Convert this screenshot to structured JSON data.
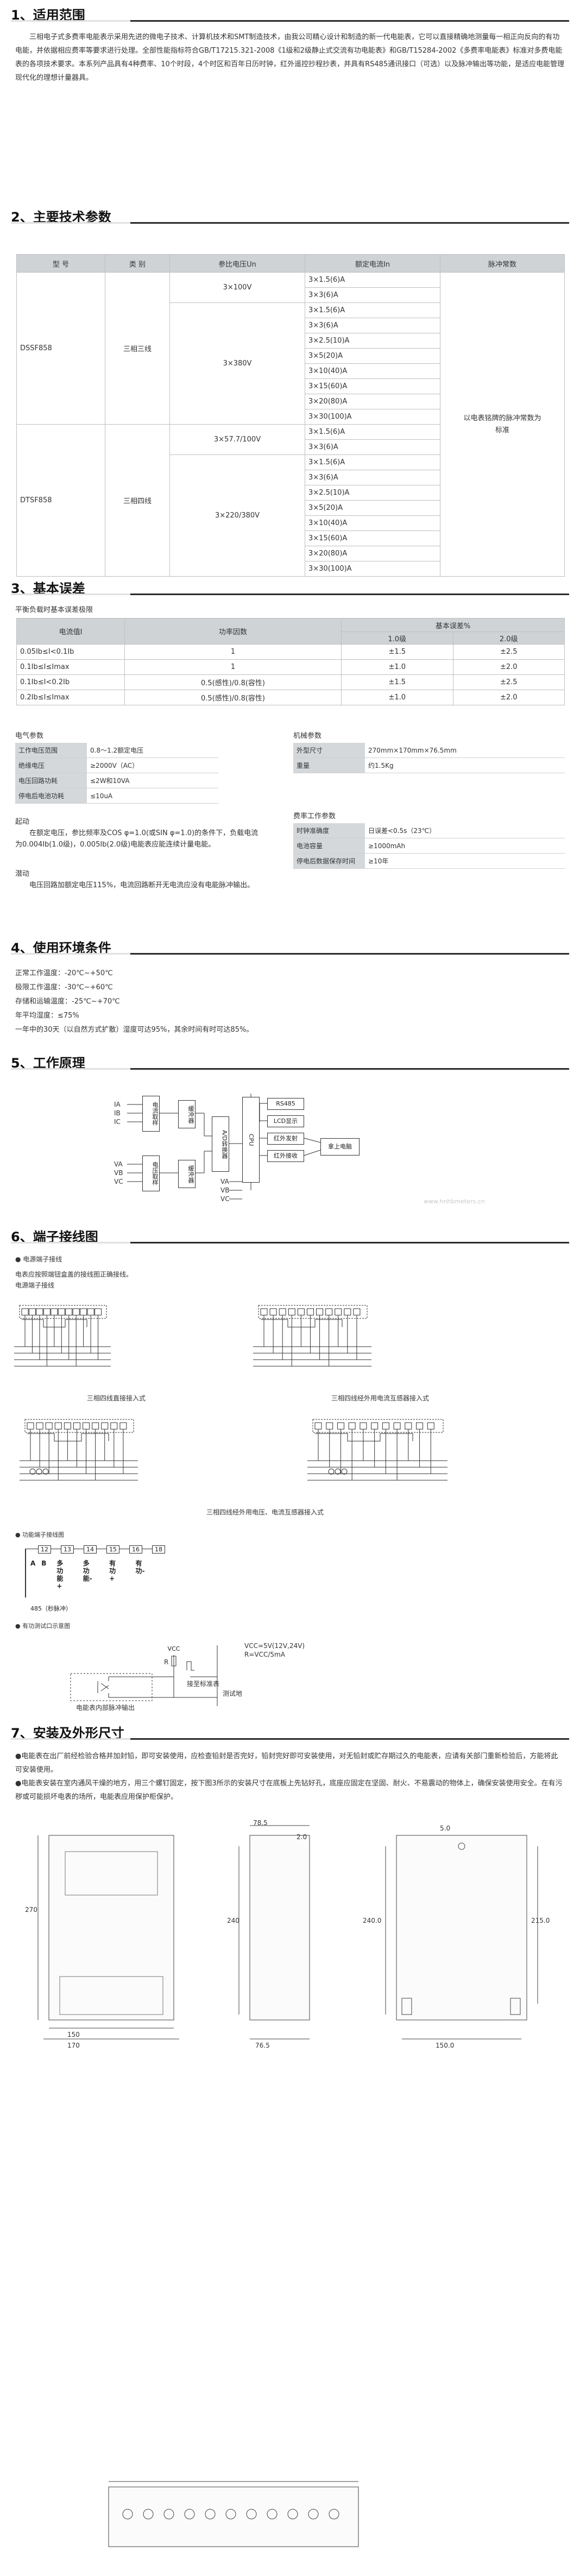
{
  "s1": {
    "title": "1、适用范围",
    "text": "三相电子式多费率电能表示采用先进的微电子技术、计算机技术和SMT制造技术，由我公司精心设计和制造的新一代电能表，它可以直接精确地测量每一相正向反向的有功电能，并依据相应费率等要求进行处理。全部性能指标符合GB/T17215.321-2008《1级和2级静止式交流有功电能表》和GB/T15284-2002《多费率电能表》标准对多费电能表的各项技术要求。本系列产品具有4种费率、10个时段，4个时区和百年日历时钟，红外遥控抄程抄表，并具有RS485通讯接口（可选）以及脉冲输出等功能，是适应电能管理现代化的理想计量器具。"
  },
  "s2": {
    "title": "2、主要技术参数",
    "headers": [
      "型 号",
      "类 别",
      "参比电压Un",
      "额定电流In",
      "脉冲常数"
    ],
    "model1": "DSSF858",
    "model2": "DTSF858",
    "cat1": "三相三线",
    "cat2": "三相四线",
    "v1": "3×100V",
    "v2": "3×380V",
    "v3": "3×57.7/100V",
    "v4": "3×220/380V",
    "pulse": "以电表铭牌的脉冲常数为标准",
    "currents": [
      "3×1.5(6)A",
      "3×3(6)A",
      "3×1.5(6)A",
      "3×3(6)A",
      "3×2.5(10)A",
      "3×5(20)A",
      "3×10(40)A",
      "3×15(60)A",
      "3×20(80)A",
      "3×30(100)A",
      "3×1.5(6)A",
      "3×3(6)A",
      "3×1.5(6)A",
      "3×3(6)A",
      "3×2.5(10)A",
      "3×5(20)A",
      "3×10(40)A",
      "3×15(60)A",
      "3×20(80)A",
      "3×30(100)A"
    ]
  },
  "s3": {
    "title": "3、基本误差",
    "subtitle": "平衡负载时基本误差极限",
    "h_current": "电流值I",
    "h_pf": "功率因数",
    "h_err": "基本误差%",
    "h_c1": "1.0级",
    "h_c2": "2.0级",
    "rows": [
      {
        "i": "0.05Ib≤I<0.1Ib",
        "pf": "1",
        "a": "±1.5",
        "b": "±2.5"
      },
      {
        "i": "0.1Ib≤I≤Imax",
        "pf": "1",
        "a": "±1.0",
        "b": "±2.0"
      },
      {
        "i": "0.1Ib≤I<0.2Ib",
        "pf": "0.5(感性)/0.8(容性)",
        "a": "±1.5",
        "b": "±2.5"
      },
      {
        "i": "0.2Ib≤I≤Imax",
        "pf": "0.5(感性)/0.8(容性)",
        "a": "±1.0",
        "b": "±2.0"
      }
    ],
    "elec_title": "电气参数",
    "elec": [
      {
        "k": "工作电压范围",
        "v": "0.8～1.2额定电压"
      },
      {
        "k": "绝缘电压",
        "v": "≥2000V（AC）"
      },
      {
        "k": "电压回路功耗",
        "v": "≤2W和10VA"
      },
      {
        "k": "停电后电池功耗",
        "v": "≤10uA"
      }
    ],
    "mech_title": "机械参数",
    "mech": [
      {
        "k": "外型尺寸",
        "v": "270mm×170mm×76.5mm"
      },
      {
        "k": "重量",
        "v": "约1.5Kg"
      }
    ],
    "rate_title": "费率工作参数",
    "rate": [
      {
        "k": "时钟准确度",
        "v": "日误差<0.5s（23℃）"
      },
      {
        "k": "电池容量",
        "v": "≥1000mAh"
      },
      {
        "k": "停电后数据保存时间",
        "v": "≥10年"
      }
    ],
    "start_title": "起动",
    "start_text": "在额定电压，参比频率及COS φ=1.0(或SIN φ=1.0)的条件下，负载电流为0.004Ib(1.0级)，0.005Ib(2.0级)电能表应能连续计量电能。",
    "creep_title": "潜动",
    "creep_text": "电压回路加额定电压115%，电流回路断开无电流应没有电能脉冲输出。"
  },
  "s4": {
    "title": "4、使用环境条件",
    "lines": [
      "正常工作温度：-20℃~+50℃",
      "极限工作温度：-30℃~+60℃",
      "存储和运输温度：-25℃~+70℃",
      "年平均湿度：≤75%",
      "一年中的30天（以自然方式扩散）湿度可达95%，其余时间有时可达85%。"
    ]
  },
  "s5": {
    "title": "5、工作原理",
    "in_i": [
      "IA",
      "IB",
      "IC"
    ],
    "in_v": [
      "VA",
      "VB",
      "VC"
    ],
    "cur_sample": "电流取样",
    "vol_sample": "电压取样",
    "buffer": "缓冲器",
    "adc": "A/D转换器",
    "cpu": "CPU",
    "outs": [
      "RS485",
      "LCD显示",
      "红外发射",
      "红外接收"
    ],
    "relay": "拿上电脑",
    "watermark": "www.hnhbmeters.cn"
  },
  "s6": {
    "title": "6、端子接线图",
    "b1": "电源端子接线",
    "b1_desc": "电表应按照端钮盒盖的接线图正确接线。",
    "b1_desc2": "电源端子接线",
    "cap1": "三相四线直接接入式",
    "cap2": "三相四线经外用电流互感器接入式",
    "cap3": "三相四线经外用电压、电流互感器接入式",
    "b2": "功能端子接线图",
    "func": [
      "A",
      "B",
      "多功能+",
      "多功能-",
      "有功+",
      "有功-"
    ],
    "func_nums": [
      "12",
      "13",
      "14",
      "15",
      "16",
      "18"
    ],
    "func_485": "485（秒脉冲）",
    "b3": "有功测试口示意图",
    "vcc": "VCC",
    "r": "R",
    "std": "接至标准表",
    "test": "测试地",
    "spec1": "VCC=5V(12V,24V)",
    "spec2": "R=VCC/5mA",
    "inner": "电能表内部脉冲输出"
  },
  "s7": {
    "title": "7、安装及外形尺寸",
    "lines": [
      "●电能表在出厂前经检验合格并加封铅，即可安装使用，应检查铅封是否完好，铅封完好即可安装使用，对无铅封或贮存期过久的电能表，应请有关部门重新检验后，方能将此可安装使用。",
      "●电能表安装在室内通风干燥的地方，用三个螺钉固定，按下图3所示的安装尺寸在底板上先钻好孔，底座应固定在坚固、耐火、不易震动的物体上，确保安装使用安全。在有污秽或可能损坏电表的场所，电能表应用保护柜保护。"
    ],
    "dims": {
      "h": "270",
      "w1": "150",
      "w2": "170",
      "d1": "78.5",
      "d2": "76.5",
      "h2": "240",
      "h3": "240.0",
      "h4": "215.0",
      "w3": "150.0",
      "d3": "2.0",
      "small": "5.0"
    }
  },
  "colors": {
    "header_bg": "#cfd3d6",
    "rule": "#2a2a2a",
    "label_bg": "#d4d8db"
  }
}
